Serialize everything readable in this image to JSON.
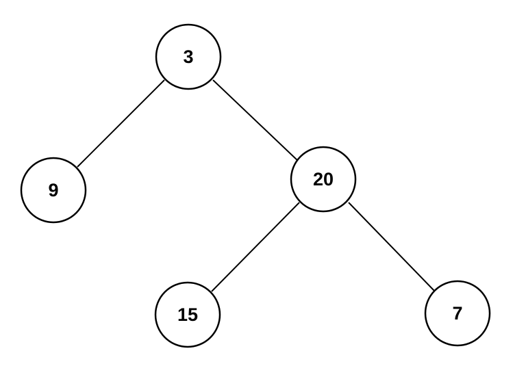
{
  "tree": {
    "nodes": [
      {
        "id": "n3",
        "label": "3"
      },
      {
        "id": "n9",
        "label": "9"
      },
      {
        "id": "n20",
        "label": "20"
      },
      {
        "id": "n15",
        "label": "15"
      },
      {
        "id": "n7",
        "label": "7"
      }
    ],
    "edges": [
      {
        "from": "n3",
        "to": "n9"
      },
      {
        "from": "n3",
        "to": "n20"
      },
      {
        "from": "n20",
        "to": "n15"
      },
      {
        "from": "n20",
        "to": "n7"
      }
    ]
  }
}
